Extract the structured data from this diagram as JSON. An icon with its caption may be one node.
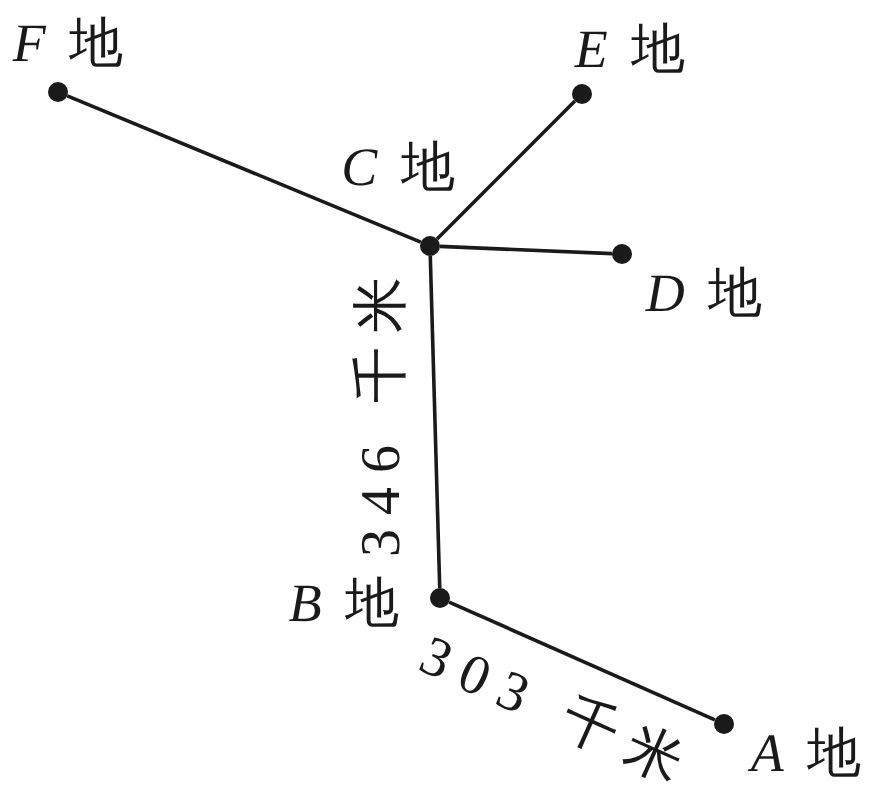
{
  "diagram": {
    "nodes": [
      {
        "text": [],
        "shape": "circle",
        "beside": [
          "*F* 地"
        ]
      },
      {
        "text": [],
        "shape": "circle",
        "beside": [
          "*E* 地"
        ]
      },
      {
        "text": [],
        "shape": "circle",
        "beside": [
          "*C* 地"
        ]
      },
      {
        "text": [],
        "shape": "circle",
        "beside": [
          "*D* 地"
        ]
      },
      {
        "text": [],
        "shape": "circle",
        "beside": [
          "*B* 地"
        ]
      },
      {
        "text": [],
        "shape": "circle",
        "beside": [
          "*A* 地"
        ]
      }
    ],
    "edges": [
      {
        "from": 2,
        "to": 0,
        "arrow": "none"
      },
      {
        "from": 2,
        "to": 1,
        "arrow": "none"
      },
      {
        "from": 2,
        "to": 3,
        "arrow": "none"
      },
      {
        "from": 2,
        "to": 4,
        "arrow": "none",
        "label": "346 千米"
      },
      {
        "from": 4,
        "to": 5,
        "arrow": "none",
        "label": "303 千米"
      }
    ]
  }
}
